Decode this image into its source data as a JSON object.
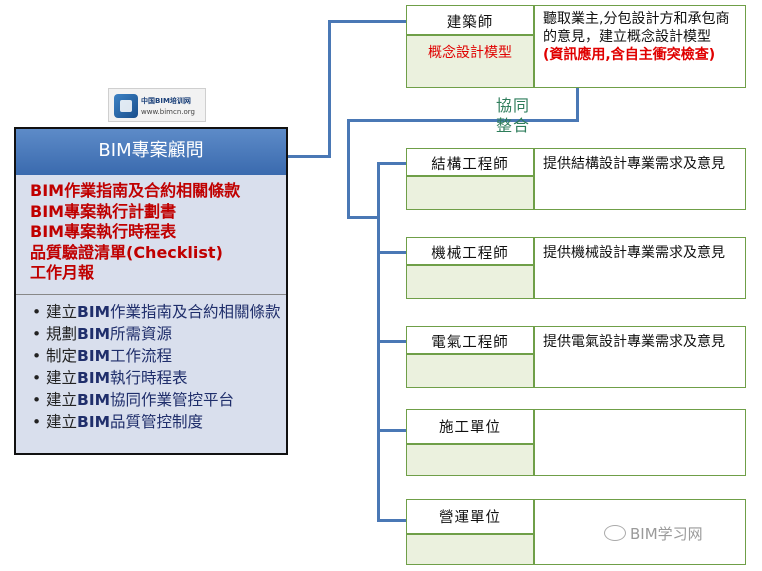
{
  "logo": {
    "name": "中国BIM培训网",
    "url": "www.bimcn.org"
  },
  "consultant": {
    "title": "BIM專案顧問",
    "deliverables": [
      "BIM作業指南及合約相關條款",
      "BIM專案執行計劃書",
      "BIM專案執行時程表",
      "品質驗證清單(Checklist)",
      "工作月報"
    ],
    "tasks": [
      {
        "prefix": "建立",
        "bim": "BIM",
        "rest": "作業指南及合約相關條款"
      },
      {
        "prefix": "規劃",
        "bim": "BIM",
        "rest": "所需資源"
      },
      {
        "prefix": "制定",
        "bim": "BIM",
        "rest": "工作流程"
      },
      {
        "prefix": "建立",
        "bim": "BIM",
        "rest": "執行時程表"
      },
      {
        "prefix": "建立",
        "bim": "BIM",
        "rest": "協同作業管控平台"
      },
      {
        "prefix": "建立",
        "bim": "BIM",
        "rest": "品質管控制度"
      }
    ]
  },
  "collab_label": "協同\n整合",
  "architect": {
    "role": "建築師",
    "model": "概念設計模型",
    "desc": "聽取業主,分包設計方和承包商的意見，建立概念設計模型",
    "note": "(資訊應用,含自主衝突檢查)"
  },
  "roles": [
    {
      "role": "結構工程師",
      "desc": "提供結構設計專業需求及意見"
    },
    {
      "role": "機械工程師",
      "desc": "提供機械設計專業需求及意見"
    },
    {
      "role": "電氣工程師",
      "desc": "提供電氣設計專業需求及意見"
    },
    {
      "role": "施工單位",
      "desc": ""
    },
    {
      "role": "營運單位",
      "desc": ""
    }
  ],
  "watermark": "BIM学习网",
  "colors": {
    "line": "#4a78b5",
    "header": "#4a78be",
    "deliverable_red": "#c00000",
    "cell_green_fill": "#ebf1de",
    "cell_border": "#6f9f48"
  }
}
